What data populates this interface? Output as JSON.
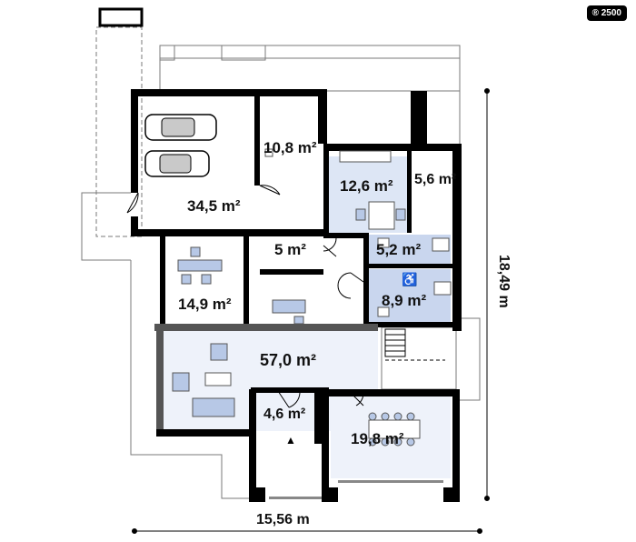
{
  "badge": "® 2500",
  "rooms": {
    "garage": "34,5 m²",
    "storage": "10,8 m²",
    "kitchen": "12,6 m²",
    "pantry": "5,6 m²",
    "hall": "5 m²",
    "wc": "5,2 m²",
    "bathroom": "8,9 m²",
    "office": "14,9 m²",
    "living": "57,0 m²",
    "small_room": "4,6 m²",
    "dining": "19,8 m²"
  },
  "dimensions": {
    "width": "15,56 m",
    "depth": "18,49 m"
  },
  "colors": {
    "wall": "#000000",
    "room_blue": "#dde6f5",
    "wet_blue": "#c9d6ee",
    "furniture": "#b7c8e6",
    "outline": "#8a8a8a"
  }
}
